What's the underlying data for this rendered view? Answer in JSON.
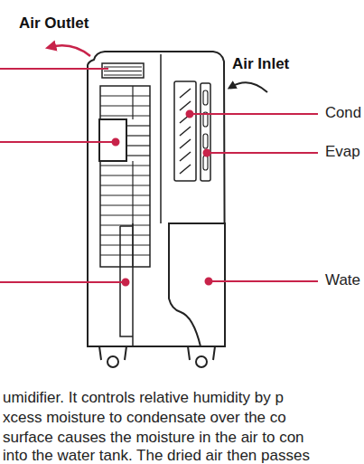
{
  "diagram": {
    "labels": [
      "Air Outlet",
      "Air Inlet",
      "Cond",
      "Evap",
      "Wate",
      "umidifier. It controls relative humidity by p",
      "xcess moisture to condensate over the co",
      "surface causes the moisture in the air to con",
      "into the water tank. The dried air then passes"
    ]
  }
}
